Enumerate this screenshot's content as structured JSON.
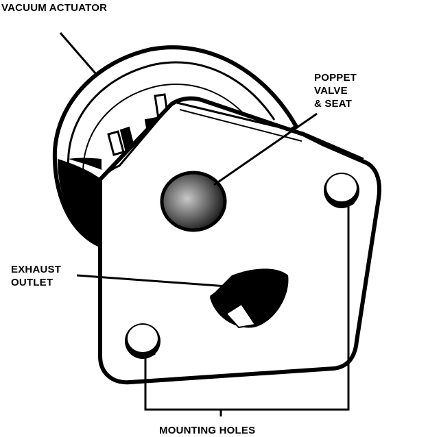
{
  "labels": {
    "vacuum_actuator": "VACUUM ACTUATOR",
    "poppet_valve_seat": [
      "POPPET",
      "VALVE",
      "& SEAT"
    ],
    "exhaust_outlet": [
      "EXHAUST",
      "OUTLET"
    ],
    "mounting_holes": "MOUNTING HOLES"
  },
  "colors": {
    "ink": "#000000",
    "paper": "#ffffff",
    "shade": "#808080"
  }
}
